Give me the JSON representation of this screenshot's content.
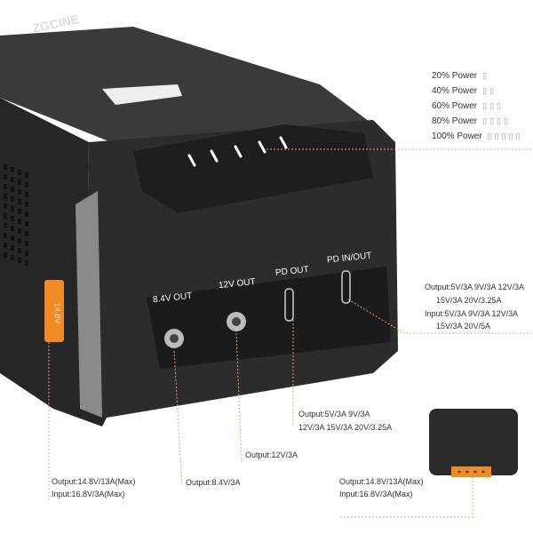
{
  "brand": "ZGCINE",
  "side_label": "14.8V",
  "power_levels": [
    {
      "label": "20% Power",
      "bars": 1
    },
    {
      "label": "40% Power",
      "bars": 2
    },
    {
      "label": "60% Power",
      "bars": 3
    },
    {
      "label": "80% Power",
      "bars": 4
    },
    {
      "label": "100% Power",
      "bars": 5
    }
  ],
  "ports": {
    "p84": "8.4V OUT",
    "p12": "12V OUT",
    "pd": "PD OUT",
    "pdio": "PD IN/OUT"
  },
  "specs": {
    "pdio_1": "Output:5V/3A  9V/3A  12V/3A",
    "pdio_2": "15V/3A  20V/3.25A",
    "pdio_3": "Input:5V/3A  9V/3A  12V/3A",
    "pdio_4": "15V/3A  20V/5A",
    "pd_1": "Output:5V/3A  9V/3A",
    "pd_2": "12V/3A  15V/3A  20V/3.25A",
    "p12": "Output:12V/3A",
    "p84": "Output:8.4V/3A",
    "side_1": "Output:14.8V/13A(Max)",
    "side_2": "Input:16.8V/3A(Max)",
    "bottom_1": "Output:14.8V/13A(Max)",
    "bottom_2": "Input:16.8V/3A(Max)"
  },
  "colors": {
    "accent": "#f08a24",
    "body": "#2b2b2b"
  }
}
